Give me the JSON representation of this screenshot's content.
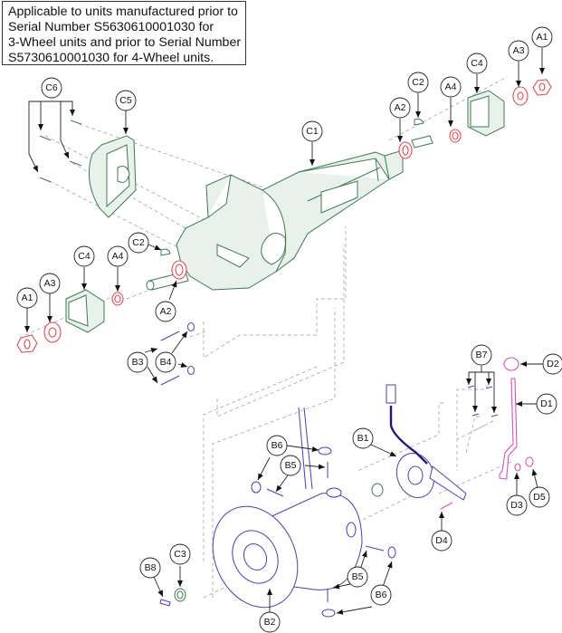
{
  "note": {
    "lines": [
      "Applicable to units manufactured prior to",
      "Serial Number S5630610001030 for",
      "3-Wheel units and prior to Serial Number",
      "S5730610001030 for 4-Wheel units."
    ]
  },
  "colors": {
    "transaxle_parts": "#3d7a4e",
    "bearing_hardware": "#e8474f",
    "motor_parts": "#4a3fb0",
    "brake_cable": "#1f1a7a",
    "release_lever": "#d94fb8"
  },
  "callouts": {
    "A1_right": "A1",
    "A3_right": "A3",
    "C4_right": "C4",
    "A4_right": "A4",
    "C2_right": "C2",
    "A2_right": "A2",
    "C1": "C1",
    "C5": "C5",
    "C6": "C6",
    "C2_left": "C2",
    "C4_left": "C4",
    "A4_left": "A4",
    "A3_left": "A3",
    "A1_left": "A1",
    "A2_left": "A2",
    "B3": "B3",
    "B4": "B4",
    "B7": "B7",
    "D2": "D2",
    "D1": "D1",
    "B1": "B1",
    "D3": "D3",
    "D5": "D5",
    "D4": "D4",
    "B6_top": "B6",
    "B5_top": "B5",
    "C3": "C3",
    "B8": "B8",
    "B2": "B2",
    "B5_bottom": "B5",
    "B6_bottom": "B6"
  }
}
